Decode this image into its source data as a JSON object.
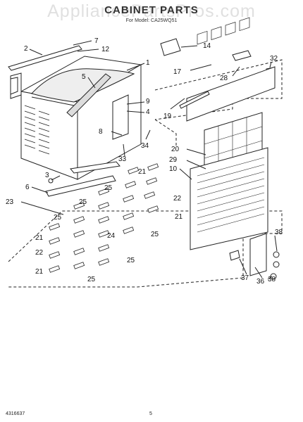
{
  "header": {
    "watermark": "AppliancePartsPros.com",
    "title": "CABINET PARTS",
    "subtitle": "For Model: CA25WQ51"
  },
  "footer": {
    "doc_number": "4316637",
    "page": "5"
  },
  "callouts": [
    "1",
    "2",
    "3",
    "4",
    "5",
    "6",
    "7",
    "8",
    "9",
    "10",
    "12",
    "14",
    "17",
    "19",
    "20",
    "21",
    "22",
    "23",
    "24",
    "25",
    "28",
    "29",
    "32",
    "33",
    "34",
    "36",
    "37",
    "38"
  ]
}
